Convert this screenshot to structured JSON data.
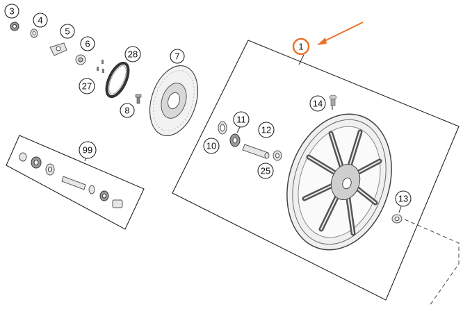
{
  "diagram": {
    "callouts": [
      {
        "id": "c3",
        "label": "3"
      },
      {
        "id": "c4",
        "label": "4"
      },
      {
        "id": "c5",
        "label": "5"
      },
      {
        "id": "c6",
        "label": "6"
      },
      {
        "id": "c28",
        "label": "28"
      },
      {
        "id": "c7",
        "label": "7"
      },
      {
        "id": "c27",
        "label": "27"
      },
      {
        "id": "c8",
        "label": "8"
      },
      {
        "id": "c1",
        "label": "1"
      },
      {
        "id": "c14",
        "label": "14"
      },
      {
        "id": "c11",
        "label": "11"
      },
      {
        "id": "c12",
        "label": "12"
      },
      {
        "id": "c10",
        "label": "10"
      },
      {
        "id": "c25",
        "label": "25"
      },
      {
        "id": "c99",
        "label": "99"
      },
      {
        "id": "c13",
        "label": "13"
      }
    ],
    "colors": {
      "highlight_circle": "#e8742a",
      "arrow": "#e8742a",
      "line": "#222222",
      "part_fill": "#e6e6e6"
    }
  }
}
